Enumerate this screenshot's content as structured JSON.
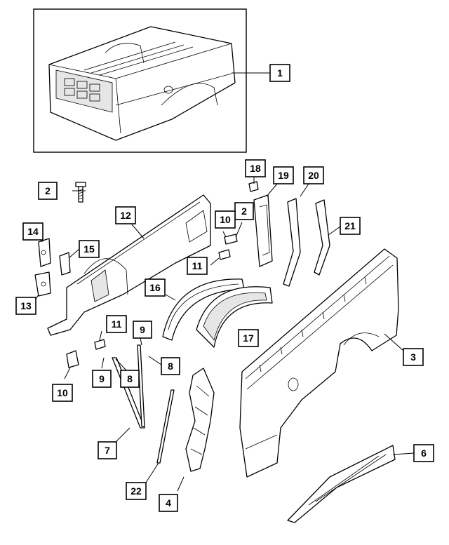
{
  "diagram": {
    "callouts": [
      "1",
      "2",
      "2",
      "3",
      "4",
      "6",
      "7",
      "8",
      "8",
      "9",
      "9",
      "10",
      "10",
      "11",
      "11",
      "12",
      "13",
      "14",
      "15",
      "16",
      "17",
      "18",
      "19",
      "20",
      "21",
      "22"
    ]
  }
}
